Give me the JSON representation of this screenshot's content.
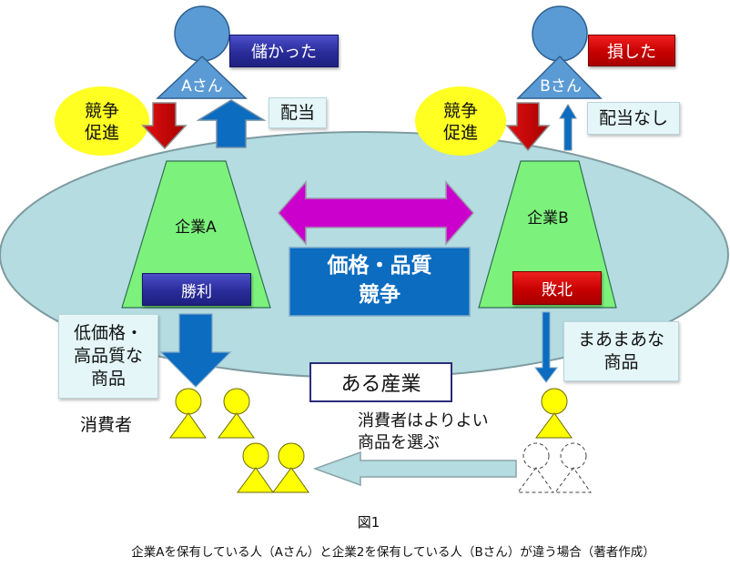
{
  "diagram": {
    "industry_label": "ある産業",
    "competition_label_line1": "価格・品質",
    "competition_label_line2": "競争",
    "persons": {
      "a": {
        "label": "Aさん",
        "result": "儲かった",
        "dividend": "配当"
      },
      "b": {
        "label": "Bさん",
        "result": "損した",
        "dividend": "配当なし"
      }
    },
    "competition_promotion": {
      "line1": "競争",
      "line2": "促進"
    },
    "companies": {
      "a": {
        "name": "企業A",
        "outcome": "勝利"
      },
      "b": {
        "name": "企業B",
        "outcome": "敗北"
      }
    },
    "products": {
      "a": {
        "line1": "低価格・",
        "line2": "高品質な",
        "line3": "商品"
      },
      "b": {
        "line1": "まあまあな",
        "line2": "商品"
      }
    },
    "consumers_label": "消費者",
    "consumer_choice": {
      "line1": "消費者はよりよい",
      "line2": "商品を選ぶ"
    }
  },
  "caption": {
    "figure_number": "図1",
    "text": "企業Aを保有している人（Aさん）と企業2を保有している人（Bさん）が違う場合（著者作成）"
  },
  "colors": {
    "industry_ellipse": "#b4dce1",
    "company": "#7cf27c",
    "person": "#5b9bd5",
    "consumer": "#ffff00",
    "promotion_circle": "#ffff22",
    "competition_box": "#0b6cc0",
    "double_arrow": "#cc00cc",
    "down_arrow_red": "#c00000",
    "blue_arrow": "#0b6cc0",
    "choice_arrow": "#b4dce1",
    "win_badge": "#2a2c9a",
    "loss_badge": "#c70000"
  }
}
